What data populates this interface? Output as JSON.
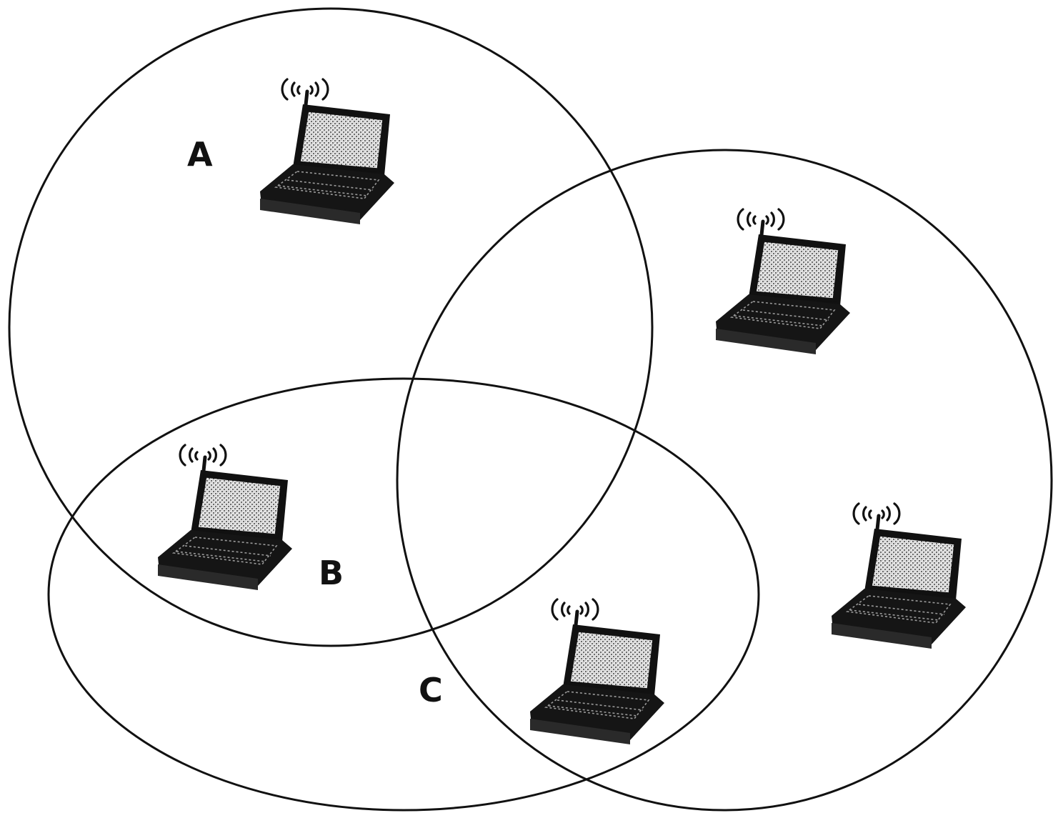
{
  "diagram": {
    "colors": {
      "stroke": "#111111",
      "background": "#ffffff"
    },
    "coverage_areas": [
      {
        "id": "A",
        "label": "A"
      },
      {
        "id": "B",
        "label": "B"
      },
      {
        "id": "C",
        "label": "C"
      }
    ],
    "nodes": [
      {
        "icon": "wireless-laptop-icon",
        "in_areas": [
          "A"
        ]
      },
      {
        "icon": "wireless-laptop-icon",
        "in_areas": [
          "C"
        ]
      },
      {
        "icon": "wireless-laptop-icon",
        "in_areas": [
          "A",
          "B"
        ]
      },
      {
        "icon": "wireless-laptop-icon",
        "in_areas": [
          "C"
        ]
      },
      {
        "icon": "wireless-laptop-icon",
        "in_areas": [
          "B",
          "C"
        ]
      }
    ]
  }
}
